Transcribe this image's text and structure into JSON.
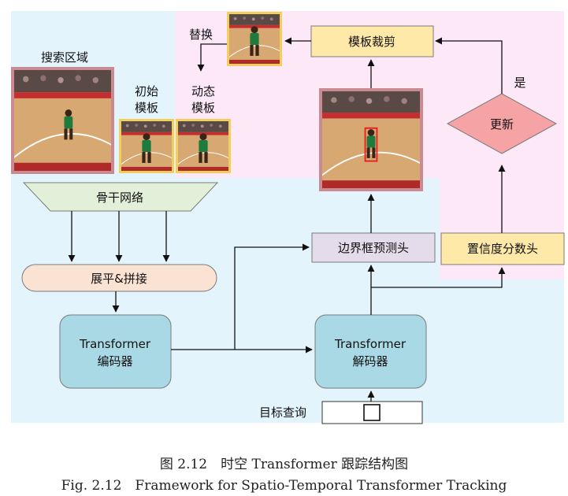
{
  "labels": {
    "search_region": "搜索区域",
    "initial_template_1": "初始",
    "initial_template_2": "模板",
    "dynamic_template_1": "动态",
    "dynamic_template_2": "模板",
    "replace": "替换",
    "backbone": "骨干网络",
    "flatten_concat": "展平&拼接",
    "encoder_1": "Transformer",
    "encoder_2": "编码器",
    "decoder_1": "Transformer",
    "decoder_2": "解码器",
    "target_query": "目标查询",
    "bbox_head": "边界框预测头",
    "confidence_head": "置信度分数头",
    "template_crop": "模板裁剪",
    "update": "更新",
    "yes": "是"
  },
  "caption": {
    "cn": "图 2.12　时空 Transformer 跟踪结构图",
    "en": "Fig. 2.12　Framework for Spatio-Temporal Transformer Tracking"
  },
  "colors": {
    "bg_blue": "#e3f4fc",
    "bg_pink": "#fde8f8",
    "backbone": "#e2efd9",
    "flatten": "#fbe3d3",
    "transformer": "#aad9e6",
    "yellow_box": "#ffe9a8",
    "bbox_head": "#e4dcea",
    "diamond": "#f6a3a6"
  },
  "icons": [
    "basketball-court-image",
    "player-crop-image",
    "query-square-icon"
  ]
}
